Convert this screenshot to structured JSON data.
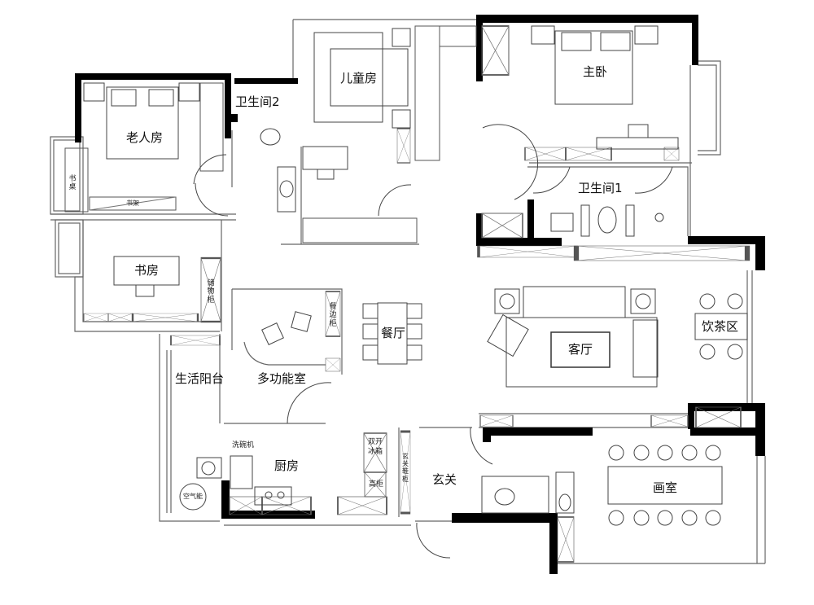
{
  "plan": {
    "title": "",
    "wall_color": "#000000",
    "line_color": "#444444",
    "rooms": [
      {
        "id": "elder-room",
        "label": "老人房"
      },
      {
        "id": "bathroom-2",
        "label": "卫生间2"
      },
      {
        "id": "kids-room",
        "label": "儿童房"
      },
      {
        "id": "master-bedroom",
        "label": "主卧"
      },
      {
        "id": "bathroom-1",
        "label": "卫生间1"
      },
      {
        "id": "study",
        "label": "书房"
      },
      {
        "id": "dining-room",
        "label": "餐厅"
      },
      {
        "id": "living-room",
        "label": "客厅"
      },
      {
        "id": "tea-area",
        "label": "饮茶区"
      },
      {
        "id": "utility-balcony",
        "label": "生活阳台"
      },
      {
        "id": "multi-function-room",
        "label": "多功能室"
      },
      {
        "id": "kitchen",
        "label": "厨房"
      },
      {
        "id": "foyer",
        "label": "玄关"
      },
      {
        "id": "studio",
        "label": "画室"
      }
    ],
    "furniture_labels": {
      "desk": "书桌",
      "bookshelf": "书架",
      "storage_cabinet": "储物柜",
      "sideboard": "餐边柜",
      "dishwasher": "洗碗机",
      "double_door_fridge": "双开冰箱",
      "tall_cabinet": "高柜",
      "entry_shoe_cabinet": "玄关鞋柜",
      "air_energy_heater": "空气能"
    }
  }
}
